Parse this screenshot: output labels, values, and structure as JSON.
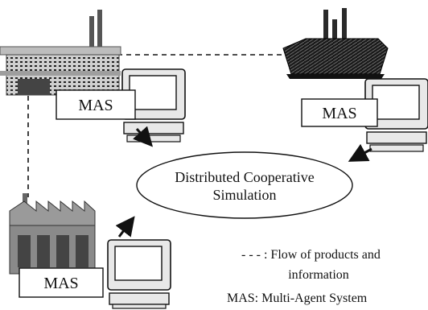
{
  "nodes": {
    "mas_top_left": "MAS",
    "mas_top_right": "MAS",
    "mas_bottom_left": "MAS",
    "center": {
      "line1": "Distributed Cooperative",
      "line2": "Simulation"
    }
  },
  "legend": {
    "dashed_line": "- - - : Flow of products and",
    "dashed_line_cont": "information",
    "mas_def": "MAS: Multi-Agent System"
  },
  "icons": [
    "factory-icon",
    "dark-factory-icon",
    "sawtooth-factory-icon",
    "computer-icon"
  ],
  "colors": {
    "ink": "#111111",
    "dark_factory": "#2a2a2a",
    "factory_grey": "#8a8a8a"
  }
}
